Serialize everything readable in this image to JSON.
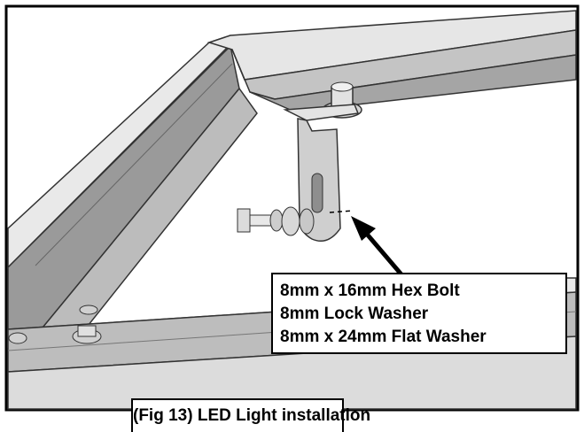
{
  "callout": {
    "lines": [
      "8mm x 16mm Hex Bolt",
      "8mm Lock Washer",
      "8mm x 24mm Flat Washer"
    ]
  },
  "caption": "(Fig 13) LED Light installation",
  "colors": {
    "frame": "#000000",
    "steel_light": "#e6e6e6",
    "steel_mid": "#bdbdbd",
    "steel_dark": "#8f8f8f",
    "background": "#ffffff"
  }
}
